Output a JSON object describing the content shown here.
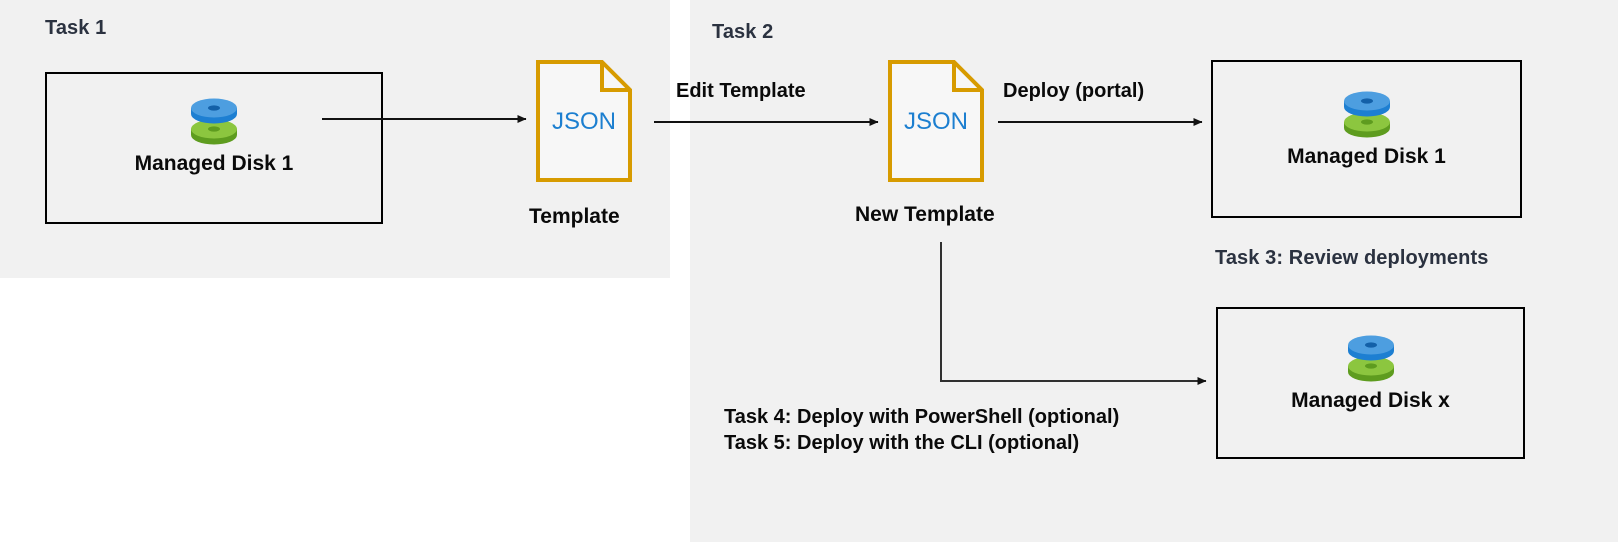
{
  "diagram": {
    "title_tasks": {
      "task1": "Task 1",
      "task2": "Task 2",
      "task3": "Task 3: Review deployments"
    },
    "panels": {
      "left_bg": "#f1f1f1",
      "right_bg": "#f1f1f1"
    },
    "nodes": {
      "managed_disk_1_left": {
        "label": "Managed Disk 1",
        "icon": "managed-disk-icon"
      },
      "template_file": {
        "json_text": "JSON",
        "caption": "Template",
        "icon": "json-file-icon"
      },
      "new_template_file": {
        "json_text": "JSON",
        "caption": "New Template",
        "icon": "json-file-icon"
      },
      "managed_disk_1_right": {
        "label": "Managed Disk 1",
        "icon": "managed-disk-icon"
      },
      "managed_disk_x": {
        "label": "Managed Disk x",
        "icon": "managed-disk-icon"
      }
    },
    "edges": {
      "edit_template": "Edit Template",
      "deploy_portal": "Deploy (portal)"
    },
    "optional_tasks": {
      "task4": "Task 4: Deploy with PowerShell (optional)",
      "task5": "Task 5: Deploy with the CLI (optional)"
    },
    "colors": {
      "panel_background": "#f1f1f1",
      "page_background": "#ffffff",
      "task_heading": "#2b3240",
      "body_text": "#0a0a0a",
      "json_border": "#d79b00",
      "json_text": "#1c7fd0",
      "disk_blue_top": "#4d9ee0",
      "disk_blue_side": "#1d7fd2",
      "disk_green_top": "#8cc63f",
      "disk_green_side": "#5a9a22",
      "box_border": "#000000",
      "arrow": "#1a1a1a"
    }
  }
}
